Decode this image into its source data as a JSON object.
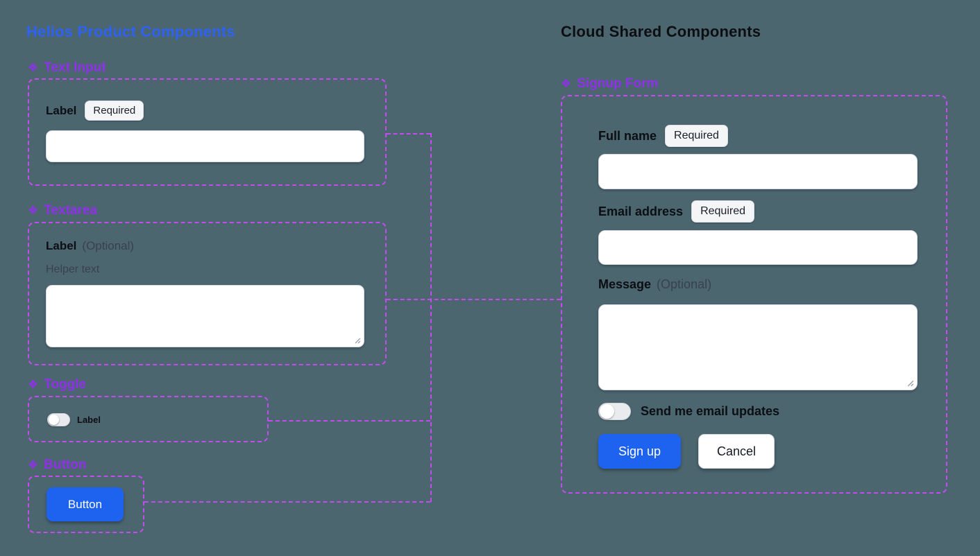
{
  "colors": {
    "background": "#4C6670",
    "left_title": "#2E62F2",
    "component_header": "#9130EB",
    "annotation_dash": "#C44BF2",
    "primary_button": "#1E63F0"
  },
  "icons": {
    "component_glyph": "❖"
  },
  "left": {
    "title": "Helios Product Components",
    "sections": {
      "text_input": {
        "header": "Text Input",
        "label": "Label",
        "badge": "Required",
        "value": ""
      },
      "textarea": {
        "header": "Textarea",
        "label": "Label",
        "optional": "(Optional)",
        "helper": "Helper text",
        "value": ""
      },
      "toggle": {
        "header": "Toggle",
        "label": "Label",
        "state": "off"
      },
      "button": {
        "header": "Button",
        "button_label": "Button"
      }
    }
  },
  "right": {
    "title": "Cloud Shared Components",
    "signup": {
      "header": "Signup Form",
      "fields": {
        "full_name": {
          "label": "Full name",
          "badge": "Required",
          "value": ""
        },
        "email": {
          "label": "Email address",
          "badge": "Required",
          "value": ""
        },
        "message": {
          "label": "Message",
          "optional": "(Optional)",
          "value": ""
        }
      },
      "updates_toggle": {
        "label": "Send me email updates",
        "state": "off"
      },
      "buttons": {
        "submit": "Sign up",
        "cancel": "Cancel"
      }
    }
  }
}
